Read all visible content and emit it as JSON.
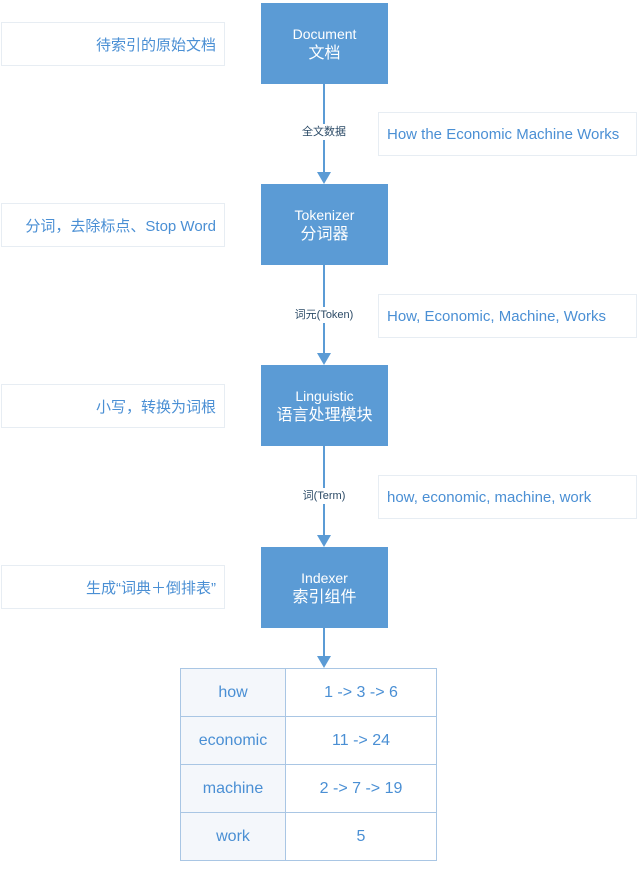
{
  "steps": [
    {
      "en": "Document",
      "cn": "文档"
    },
    {
      "en": "Tokenizer",
      "cn": "分词器"
    },
    {
      "en": "Linguistic",
      "cn": "语言处理模块"
    },
    {
      "en": "Indexer",
      "cn": "索引组件"
    }
  ],
  "left_notes": [
    "待索引的原始文档",
    "分词，去除标点、Stop Word",
    "小写，转换为词根",
    "生成“词典＋倒排表”"
  ],
  "connector_labels": [
    "全文数据",
    "词元(Token)",
    "词(Term)"
  ],
  "right_notes": [
    "How the Economic Machine Works",
    "How, Economic, Machine, Works",
    "how, economic, machine, work"
  ],
  "index_table": [
    {
      "term": "how",
      "postings": "1 -> 3 -> 6"
    },
    {
      "term": "economic",
      "postings": "11 -> 24"
    },
    {
      "term": "machine",
      "postings": "2 -> 7 -> 19"
    },
    {
      "term": "work",
      "postings": "5"
    }
  ],
  "colors": {
    "box": "#5b9bd5",
    "text_blue": "#4a8fd4",
    "border": "#a9c6e4"
  }
}
